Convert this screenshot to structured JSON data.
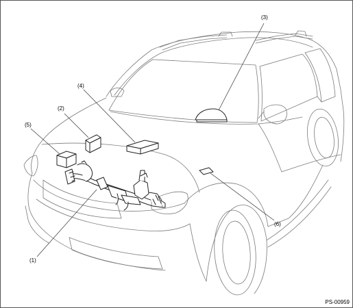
{
  "callouts": {
    "c1": "(1)",
    "c2": "(2)",
    "c3": "(3)",
    "c4": "(4)",
    "c5": "(5)",
    "c6": "(6)"
  },
  "figure_id": "PS-00959",
  "colors": {
    "line": "#7a7a7a",
    "part_line": "#222222",
    "text": "#000000"
  }
}
